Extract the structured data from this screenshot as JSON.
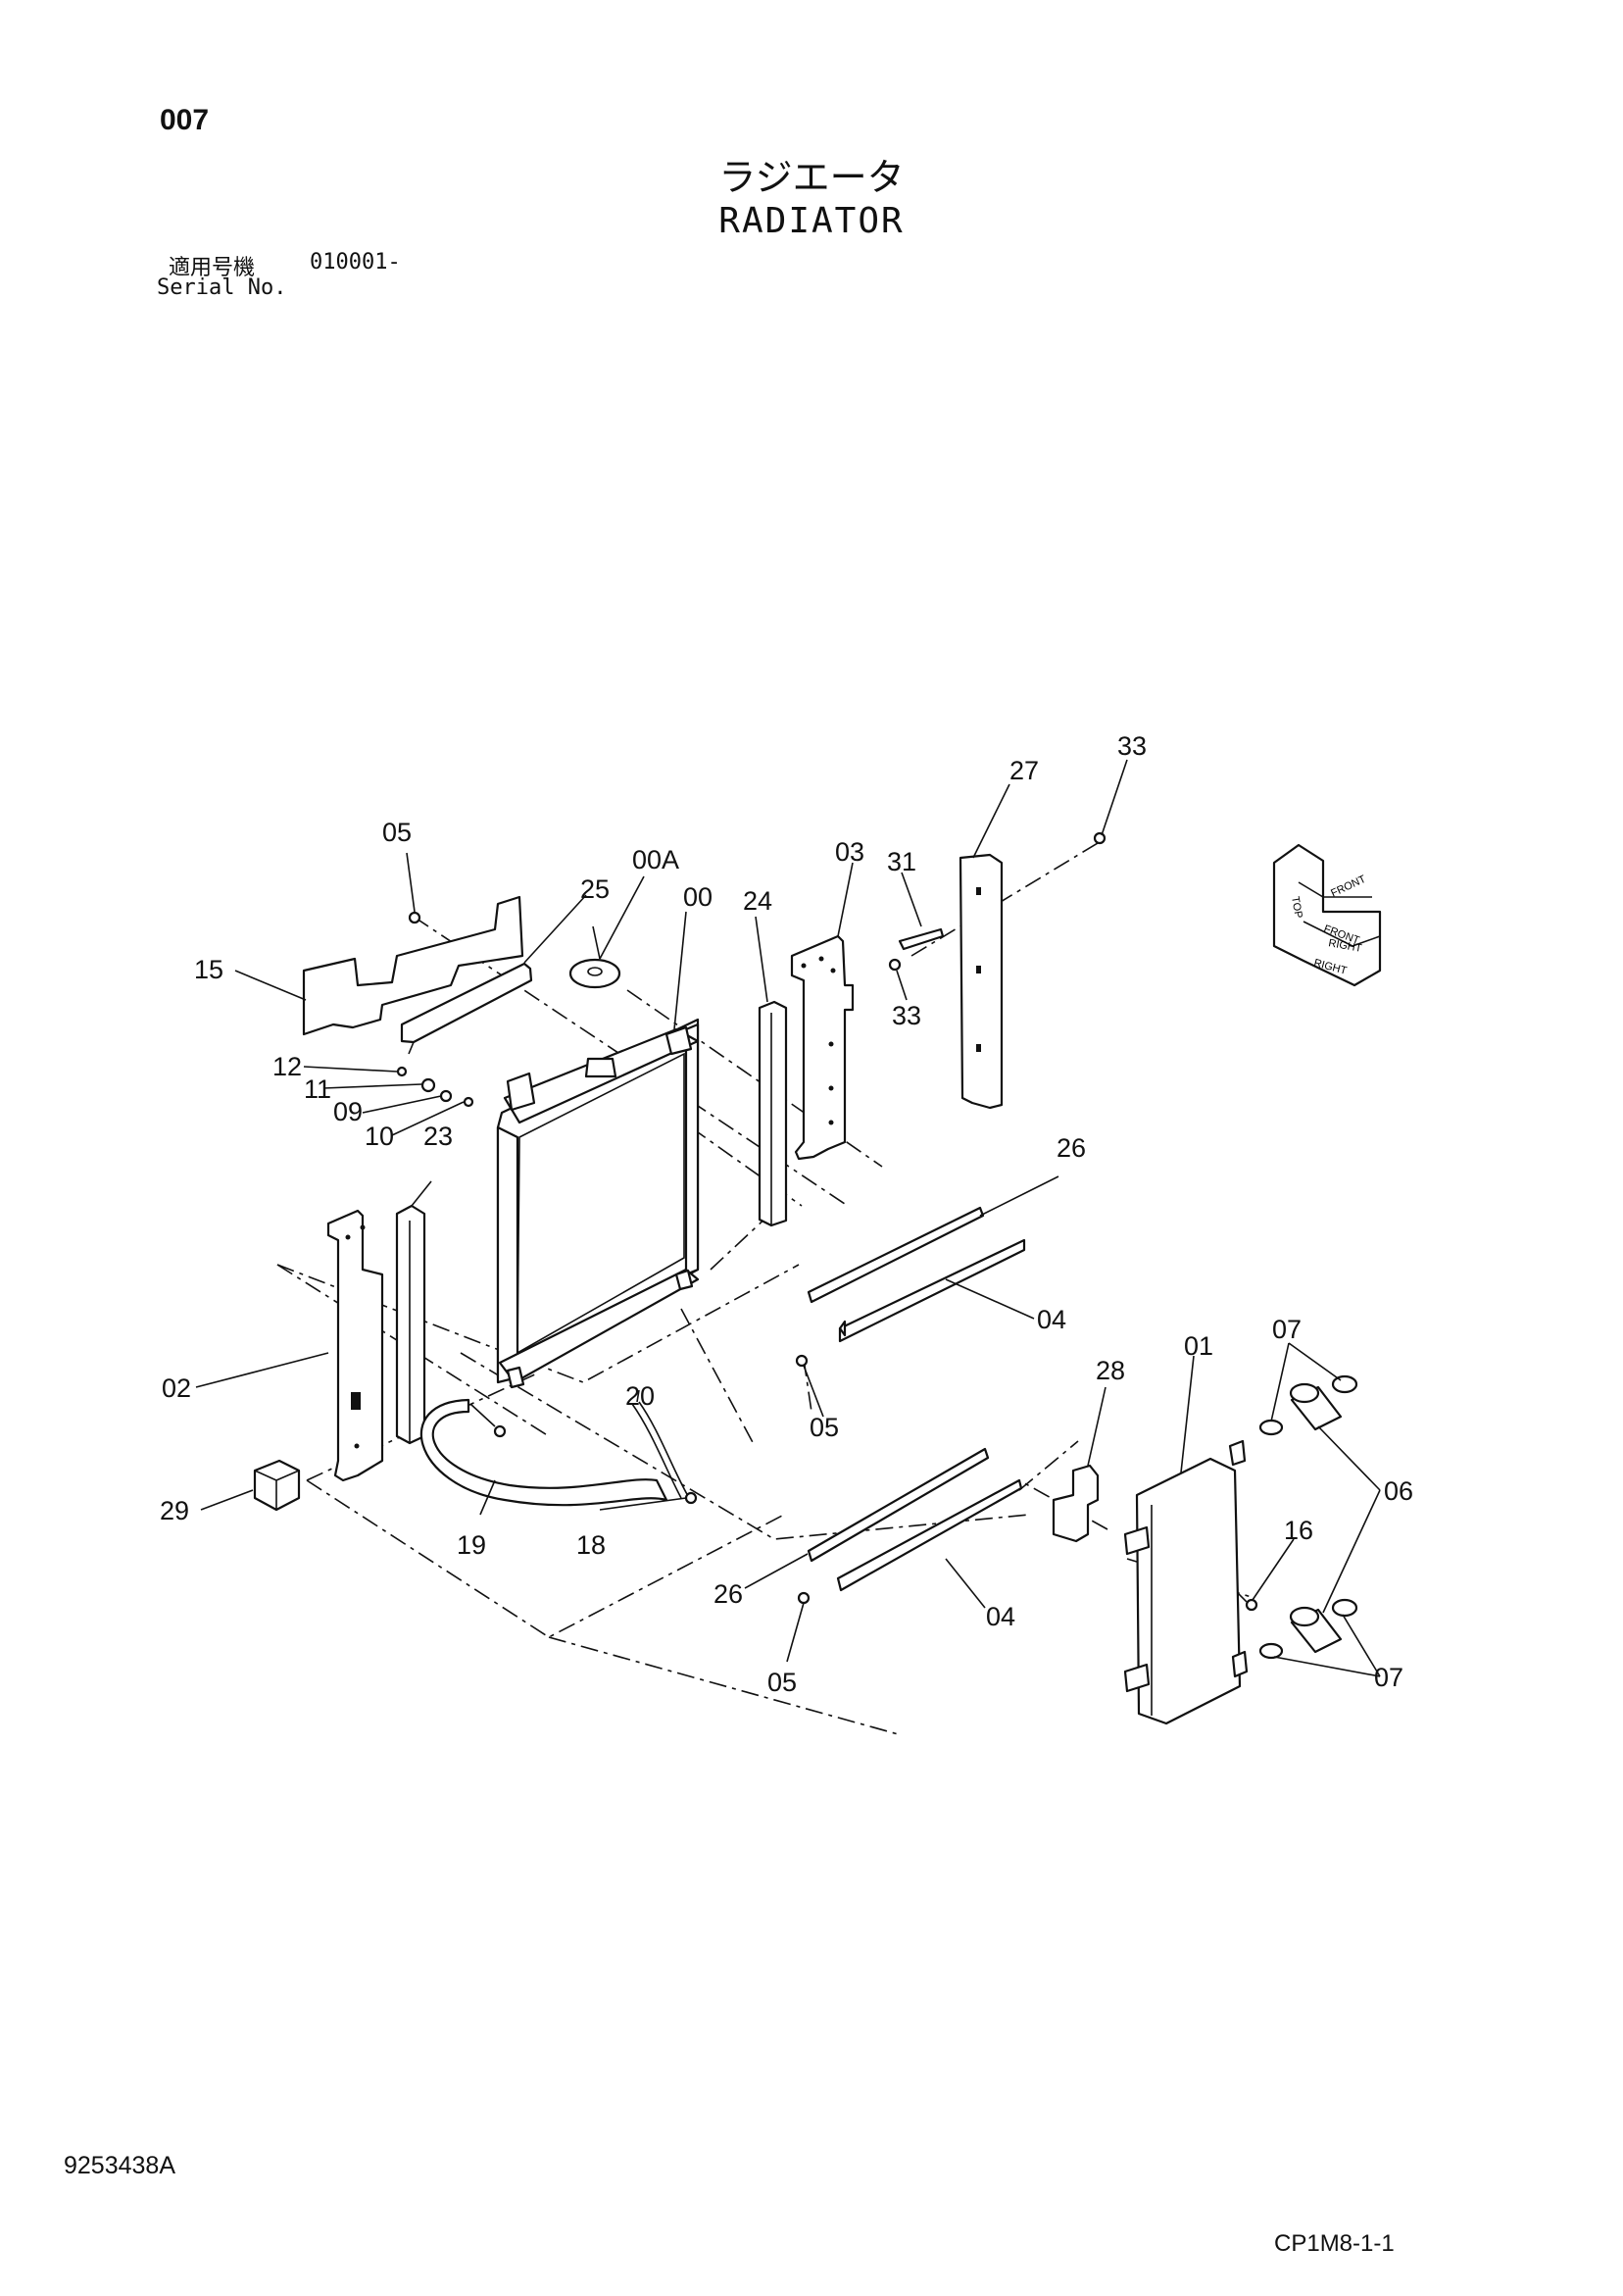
{
  "header": {
    "page_number": "007",
    "title_jp": "ラジエータ",
    "title_en": "RADIATOR",
    "serial_label_jp": "適用号機",
    "serial_value": "010001-",
    "serial_label_en": "Serial No."
  },
  "orientation_icon": {
    "labels": [
      "TOP",
      "FRONT",
      "FRONT",
      "RIGHT",
      "RIGHT"
    ]
  },
  "callouts": {
    "c00": "00",
    "c00A": "00A",
    "c01": "01",
    "c02": "02",
    "c03": "03",
    "c04a": "04",
    "c04b": "04",
    "c05a": "05",
    "c05b": "05",
    "c05c": "05",
    "c06": "06",
    "c07a": "07",
    "c07b": "07",
    "c09": "09",
    "c10": "10",
    "c11": "11",
    "c12": "12",
    "c15": "15",
    "c16": "16",
    "c18": "18",
    "c19": "19",
    "c20": "20",
    "c23": "23",
    "c24": "24",
    "c25": "25",
    "c26a": "26",
    "c26b": "26",
    "c27": "27",
    "c28": "28",
    "c29": "29",
    "c31": "31",
    "c33a": "33",
    "c33b": "33"
  },
  "footer": {
    "drawing_number": "9253438A",
    "sheet_code": "CP1M8-1-1"
  }
}
